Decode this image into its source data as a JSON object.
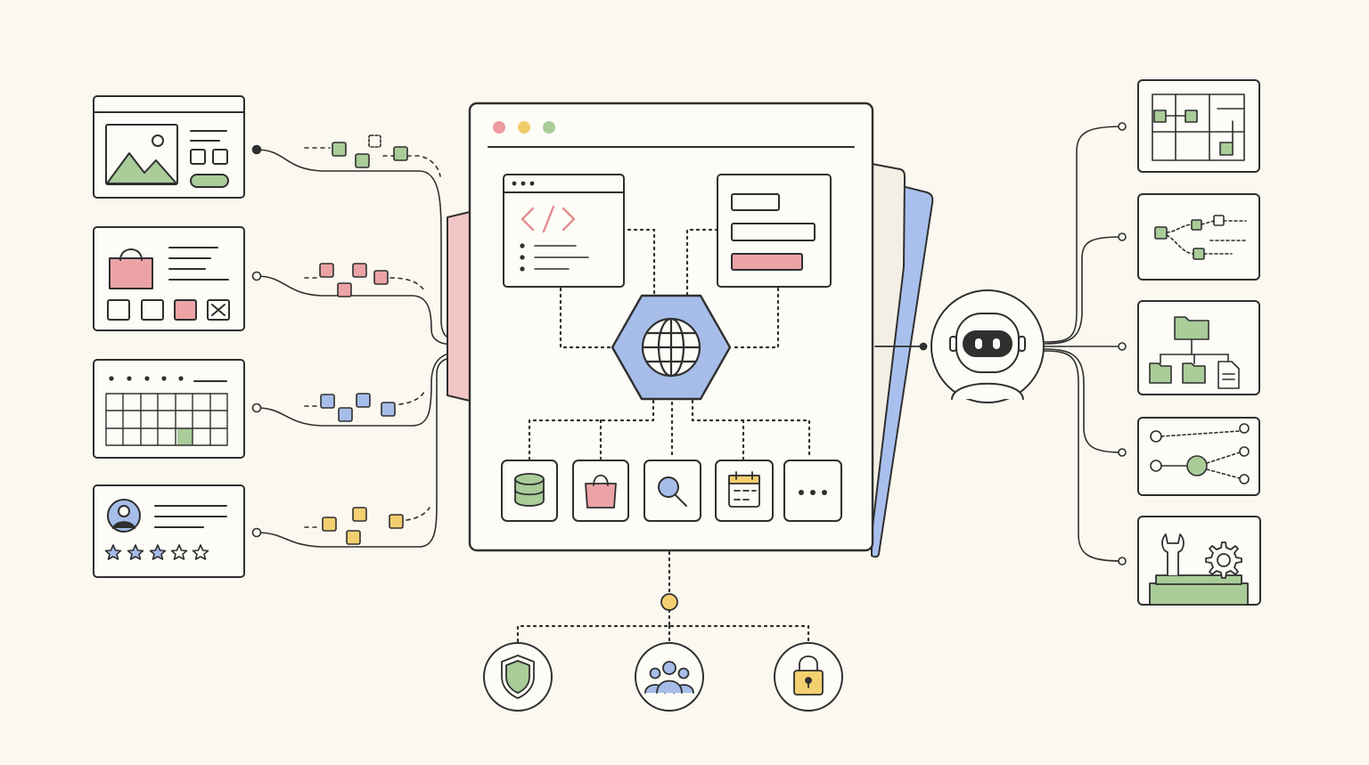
{
  "colors": {
    "background": "#fbf8ef",
    "ink": "#2f2f2f",
    "panel": "#fdfcf7",
    "green": "#a9cc98",
    "red": "#eca3a6",
    "blue": "#a6bde9",
    "yellow": "#f3cf6f",
    "card_back_red": "#f2c6c7",
    "card_back_cream": "#f3efe4",
    "card_back_blue": "#a9c0ee"
  },
  "left_panels": [
    {
      "name": "media-card",
      "icon": "image-icon",
      "connector": "filled-dot",
      "token_color": "green"
    },
    {
      "name": "shop-card",
      "icon": "shopping-bag-icon",
      "connector": "open-dot",
      "token_color": "red"
    },
    {
      "name": "calendar-grid-card",
      "icon": "calendar-grid-icon",
      "connector": "open-dot",
      "token_color": "blue"
    },
    {
      "name": "profile-review-card",
      "icon": "user-avatar-icon",
      "connector": "open-dot",
      "token_color": "yellow"
    }
  ],
  "browser": {
    "window_dots": [
      "#ec9ba0",
      "#f1cd6a",
      "#a9cc98"
    ],
    "hub_icon": "globe-icon",
    "top_modules": [
      {
        "name": "code-editor-module",
        "icon": "code-icon"
      },
      {
        "name": "form-module",
        "icon": "form-icon"
      }
    ],
    "tools": [
      {
        "name": "database",
        "icon": "database-icon"
      },
      {
        "name": "shopping",
        "icon": "shopping-bag-icon"
      },
      {
        "name": "search",
        "icon": "search-icon"
      },
      {
        "name": "calendar",
        "icon": "calendar-icon"
      },
      {
        "name": "more",
        "icon": "more-dots-icon"
      }
    ]
  },
  "agent": {
    "icon": "robot-icon"
  },
  "right_panels": [
    {
      "name": "flow-grid-card",
      "icon": "grid-flow-icon"
    },
    {
      "name": "dependency-card",
      "icon": "node-link-icon"
    },
    {
      "name": "folder-tree-card",
      "icon": "folder-tree-icon"
    },
    {
      "name": "branching-card",
      "icon": "branch-icon"
    },
    {
      "name": "tools-settings-card",
      "icon": "wrench-gear-icon"
    }
  ],
  "bottom_icons": [
    {
      "name": "security",
      "icon": "shield-icon"
    },
    {
      "name": "users",
      "icon": "users-group-icon"
    },
    {
      "name": "privacy",
      "icon": "padlock-icon"
    }
  ]
}
